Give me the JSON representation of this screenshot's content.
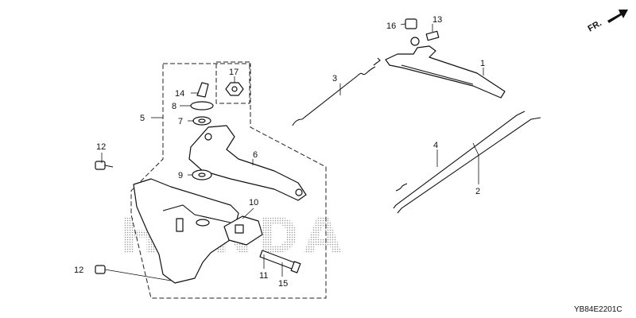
{
  "diagram": {
    "watermark": "HONDA",
    "direction_label": "FR.",
    "diagram_code": "YB84E2201C",
    "callouts": [
      {
        "id": "c1",
        "number": "1"
      },
      {
        "id": "c2",
        "number": "2"
      },
      {
        "id": "c3",
        "number": "3"
      },
      {
        "id": "c4",
        "number": "4"
      },
      {
        "id": "c5",
        "number": "5"
      },
      {
        "id": "c6",
        "number": "6"
      },
      {
        "id": "c7",
        "number": "7"
      },
      {
        "id": "c8",
        "number": "8"
      },
      {
        "id": "c9",
        "number": "9"
      },
      {
        "id": "c10",
        "number": "10"
      },
      {
        "id": "c11",
        "number": "11"
      },
      {
        "id": "c12a",
        "number": "12"
      },
      {
        "id": "c12b",
        "number": "12"
      },
      {
        "id": "c13",
        "number": "13"
      },
      {
        "id": "c14",
        "number": "14"
      },
      {
        "id": "c15",
        "number": "15"
      },
      {
        "id": "c16",
        "number": "16"
      },
      {
        "id": "c17",
        "number": "17"
      }
    ]
  }
}
